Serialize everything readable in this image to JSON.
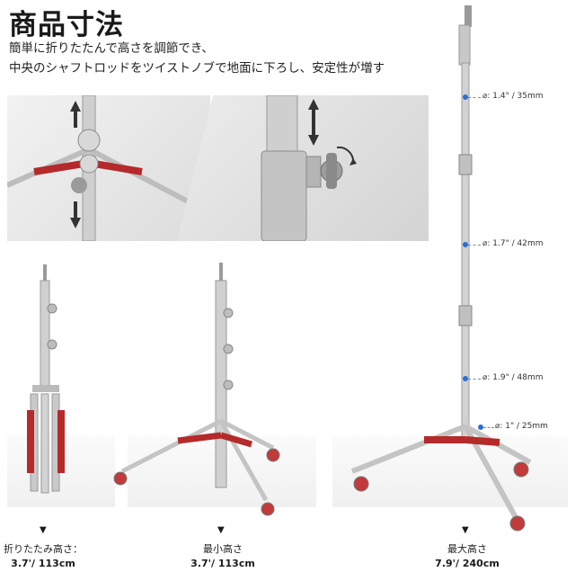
{
  "title": "商品寸法",
  "description": {
    "line1": "簡単に折りたたんで高さを調節でき、",
    "line2": "中央のシャフトロッドをツイストノブで地面に下ろし、安定性が増す"
  },
  "diameters": [
    {
      "label": "⌀: 1.4\" / 35mm"
    },
    {
      "label": "⌀: 1.7\" / 42mm"
    },
    {
      "label": "⌀: 1.9\" / 48mm"
    },
    {
      "label": "⌀: 1\" / 25mm"
    }
  ],
  "captions": {
    "folded": {
      "label": "折りたたみ高さ：",
      "value": "3.7'/ 113cm"
    },
    "min": {
      "label": "最小高さ",
      "value": "3.7'/ 113cm"
    },
    "max": {
      "label": "最大高さ",
      "value": "7.9'/ 240cm"
    }
  },
  "colors": {
    "accent": "#b52a2a",
    "metal": "#c9c9c9",
    "marker": "#2b6fd6"
  }
}
